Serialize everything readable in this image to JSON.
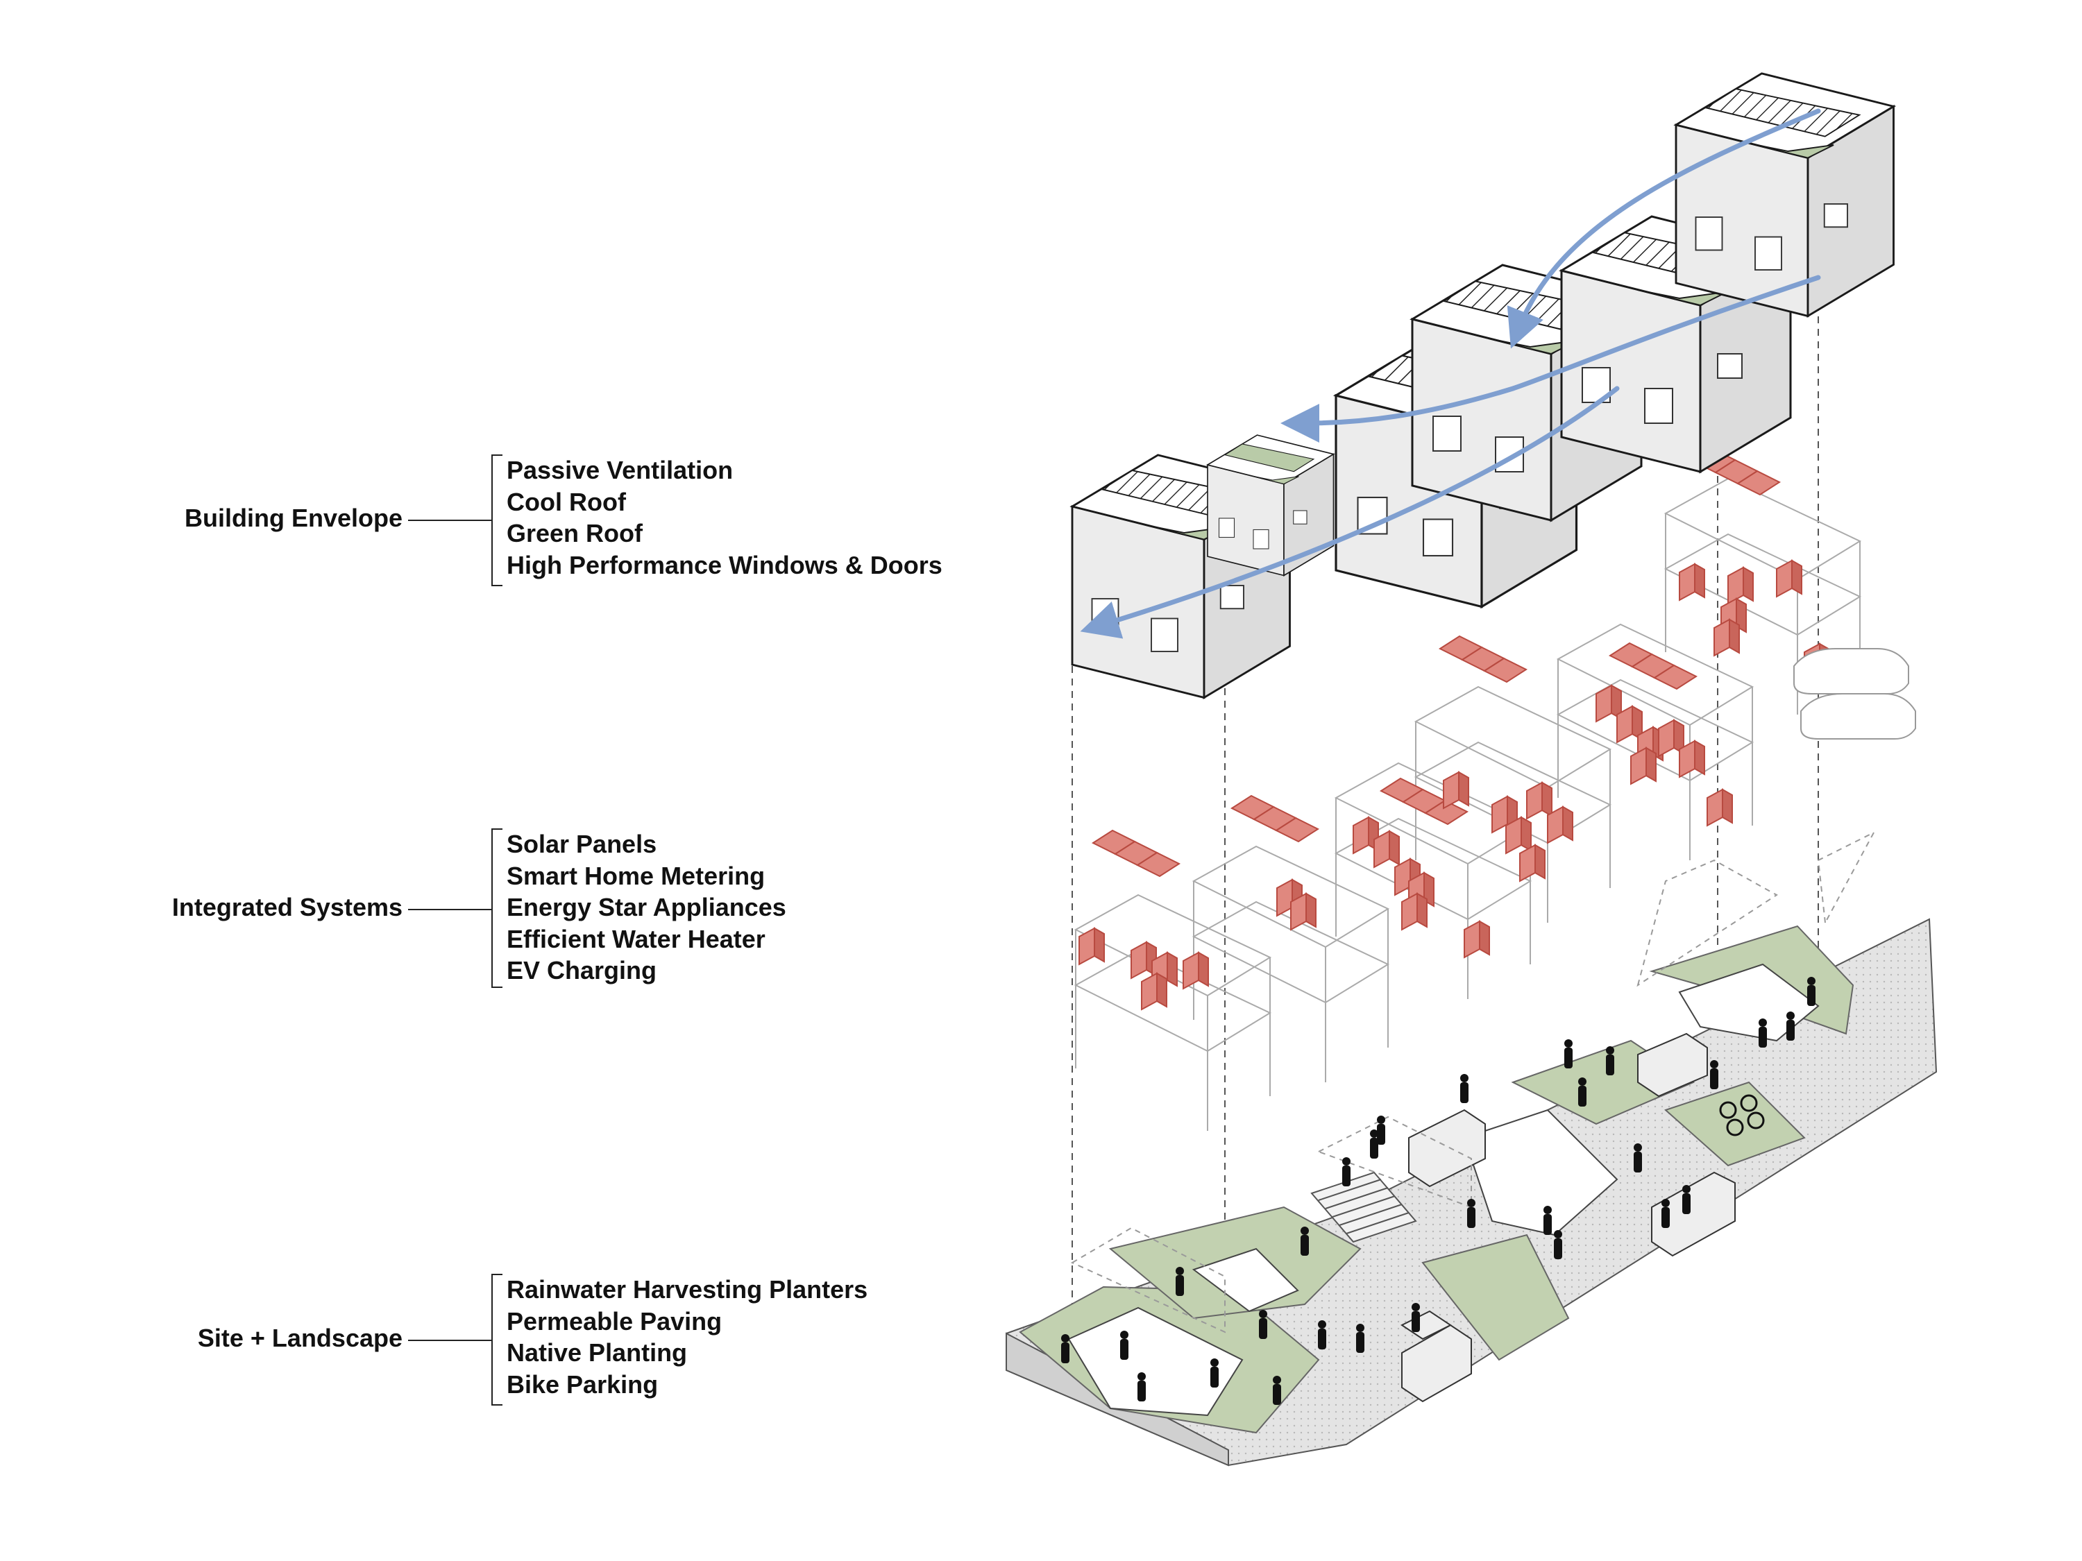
{
  "groups": [
    {
      "label": "Building Envelope",
      "items": [
        "Passive Ventilation",
        "Cool Roof",
        "Green Roof",
        "High Performance Windows & Doors"
      ]
    },
    {
      "label": "Integrated Systems",
      "items": [
        "Solar Panels",
        "Smart Home Metering",
        "Energy Star Appliances",
        "Efficient Water Heater",
        "EV Charging"
      ]
    },
    {
      "label": "Site + Landscape",
      "items": [
        "Rainwater Harvesting Planters",
        "Permeable Paving",
        "Native Planting",
        "Bike Parking"
      ]
    }
  ],
  "colors": {
    "building_fill": "#ececec",
    "building_side": "#dcdcdc",
    "green_roof": "#b9cba8",
    "airflow": "#7f9fd0",
    "system_red": "#e0887f",
    "system_red_dark": "#b84a40",
    "paving": "#e6e6e6",
    "planting": "#c2d1b0",
    "outline": "#1a1a1a",
    "ghost": "#9a9a9a"
  }
}
